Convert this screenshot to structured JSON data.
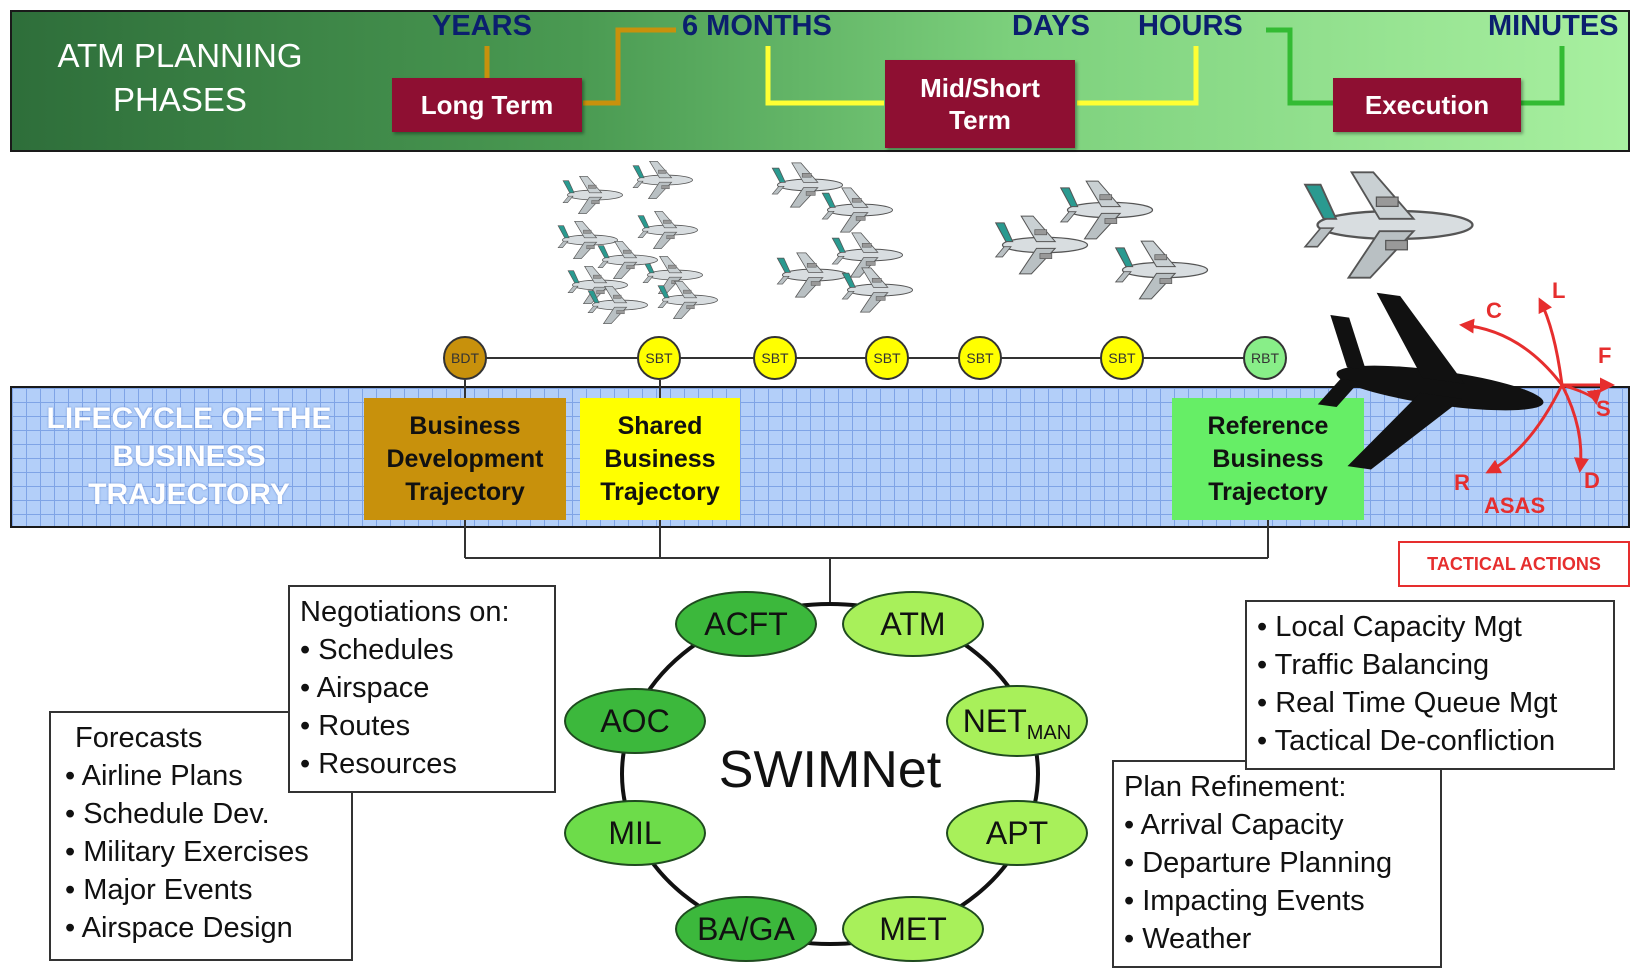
{
  "banner": {
    "title_line1": "ATM PLANNING",
    "title_line2": "PHASES",
    "ticks": {
      "years": "YEARS",
      "six_months": "6 MONTHS",
      "days": "DAYS",
      "hours": "HOURS",
      "minutes": "MINUTES"
    },
    "long_term": "Long Term",
    "mid_short_line1": "Mid/Short",
    "mid_short_line2": "Term",
    "execution": "Execution"
  },
  "lifecycle": {
    "title_line1": "LIFECYCLE OF THE",
    "title_line2": "BUSINESS",
    "title_line3": "TRAJECTORY",
    "bdt": {
      "line1": "Business",
      "line2": "Development",
      "line3": "Trajectory"
    },
    "sbt": {
      "line1": "Shared",
      "line2": "Business",
      "line3": "Trajectory"
    },
    "rbt": {
      "line1": "Reference",
      "line2": "Business",
      "line3": "Trajectory"
    },
    "nodes": [
      "BDT",
      "SBT",
      "SBT",
      "SBT",
      "SBT",
      "SBT",
      "RBT"
    ]
  },
  "asas": {
    "label": "ASAS",
    "c": "C",
    "l": "L",
    "f": "F",
    "s": "S",
    "d": "D",
    "r": "R"
  },
  "tactical_actions": "TACTICAL ACTIONS",
  "swim": {
    "title": "SWIMNet",
    "nodes": {
      "acft": "ACFT",
      "atm": "ATM",
      "aoc": "AOC",
      "net": "NET",
      "net_sub": "MAN",
      "mil": "MIL",
      "apt": "APT",
      "baga": "BA/GA",
      "met": "MET"
    }
  },
  "negotiations": {
    "heading": "Negotiations on:",
    "items": [
      "• Schedules",
      "• Airspace",
      "• Routes",
      "• Resources"
    ]
  },
  "forecasts": {
    "heading": "Forecasts",
    "items": [
      "• Airline Plans",
      "• Schedule Dev.",
      "• Military Exercises",
      "• Major Events",
      "• Airspace Design"
    ]
  },
  "tactical_list": {
    "items": [
      "• Local Capacity Mgt",
      "• Traffic Balancing",
      "• Real Time Queue Mgt",
      "• Tactical De-confliction"
    ]
  },
  "plan_refinement": {
    "heading": "Plan Refinement:",
    "items": [
      "• Arrival Capacity",
      "• Departure Planning",
      "• Impacting Events",
      "• Weather"
    ]
  },
  "colors": {
    "phase_box": "#8e0f32",
    "bdt": "#c8910c",
    "sbt": "#ffff00",
    "rbt": "#66ee66",
    "tactical_red": "#e62e2e",
    "tick_blue": "#0b1f6e"
  }
}
